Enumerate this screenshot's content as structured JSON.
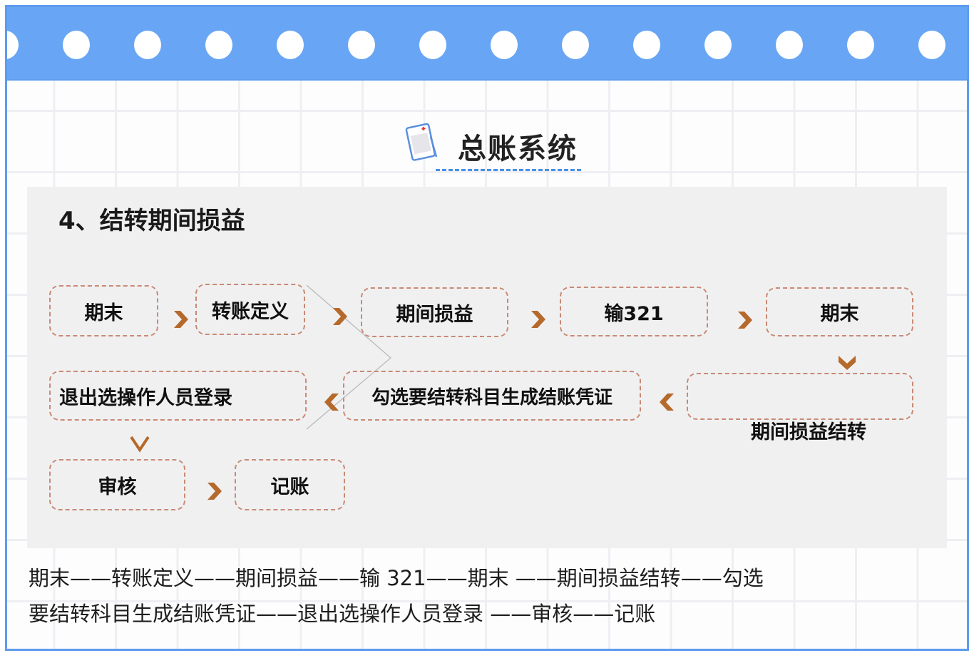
{
  "header": {
    "hole_count": 14,
    "band_color": "#68a6f5",
    "frame_color": "#5d9cee"
  },
  "title": {
    "text": "总账系统",
    "icon": "clipboard-icon",
    "underline_color": "#4a90e8"
  },
  "slide": {
    "heading": "4、结转期间损益",
    "border_color": "#c98a74",
    "arrow_color": "#b5692a",
    "nodes": [
      {
        "id": "n1",
        "label": "期末"
      },
      {
        "id": "n2",
        "label": "转账定义"
      },
      {
        "id": "n3",
        "label": "期间损益"
      },
      {
        "id": "n4",
        "label": "输321"
      },
      {
        "id": "n5",
        "label": "期末"
      },
      {
        "id": "n6",
        "label": "期间损益结转"
      },
      {
        "id": "n7",
        "label": "勾选要结转科目生成结账凭证"
      },
      {
        "id": "n8",
        "label": "退出选操作人员登录"
      },
      {
        "id": "n9",
        "label": "审核"
      },
      {
        "id": "n10",
        "label": "记账"
      }
    ],
    "arrows": [
      {
        "from": "n1",
        "to": "n2",
        "direction": "right"
      },
      {
        "from": "n2",
        "to": "n3",
        "direction": "right"
      },
      {
        "from": "n3",
        "to": "n4",
        "direction": "right"
      },
      {
        "from": "n4",
        "to": "n5",
        "direction": "right"
      },
      {
        "from": "n5",
        "to": "n6",
        "direction": "down"
      },
      {
        "from": "n6",
        "to": "n7",
        "direction": "left"
      },
      {
        "from": "n7",
        "to": "n8",
        "direction": "left"
      },
      {
        "from": "n8",
        "to": "n9",
        "direction": "down"
      },
      {
        "from": "n9",
        "to": "n10",
        "direction": "right"
      }
    ]
  },
  "caption": {
    "line1": "期末——转账定义——期间损益——输 321——期末 ——期间损益结转——勾选",
    "line2": "要结转科目生成结账凭证——退出选操作人员登录 ——审核——记账"
  }
}
